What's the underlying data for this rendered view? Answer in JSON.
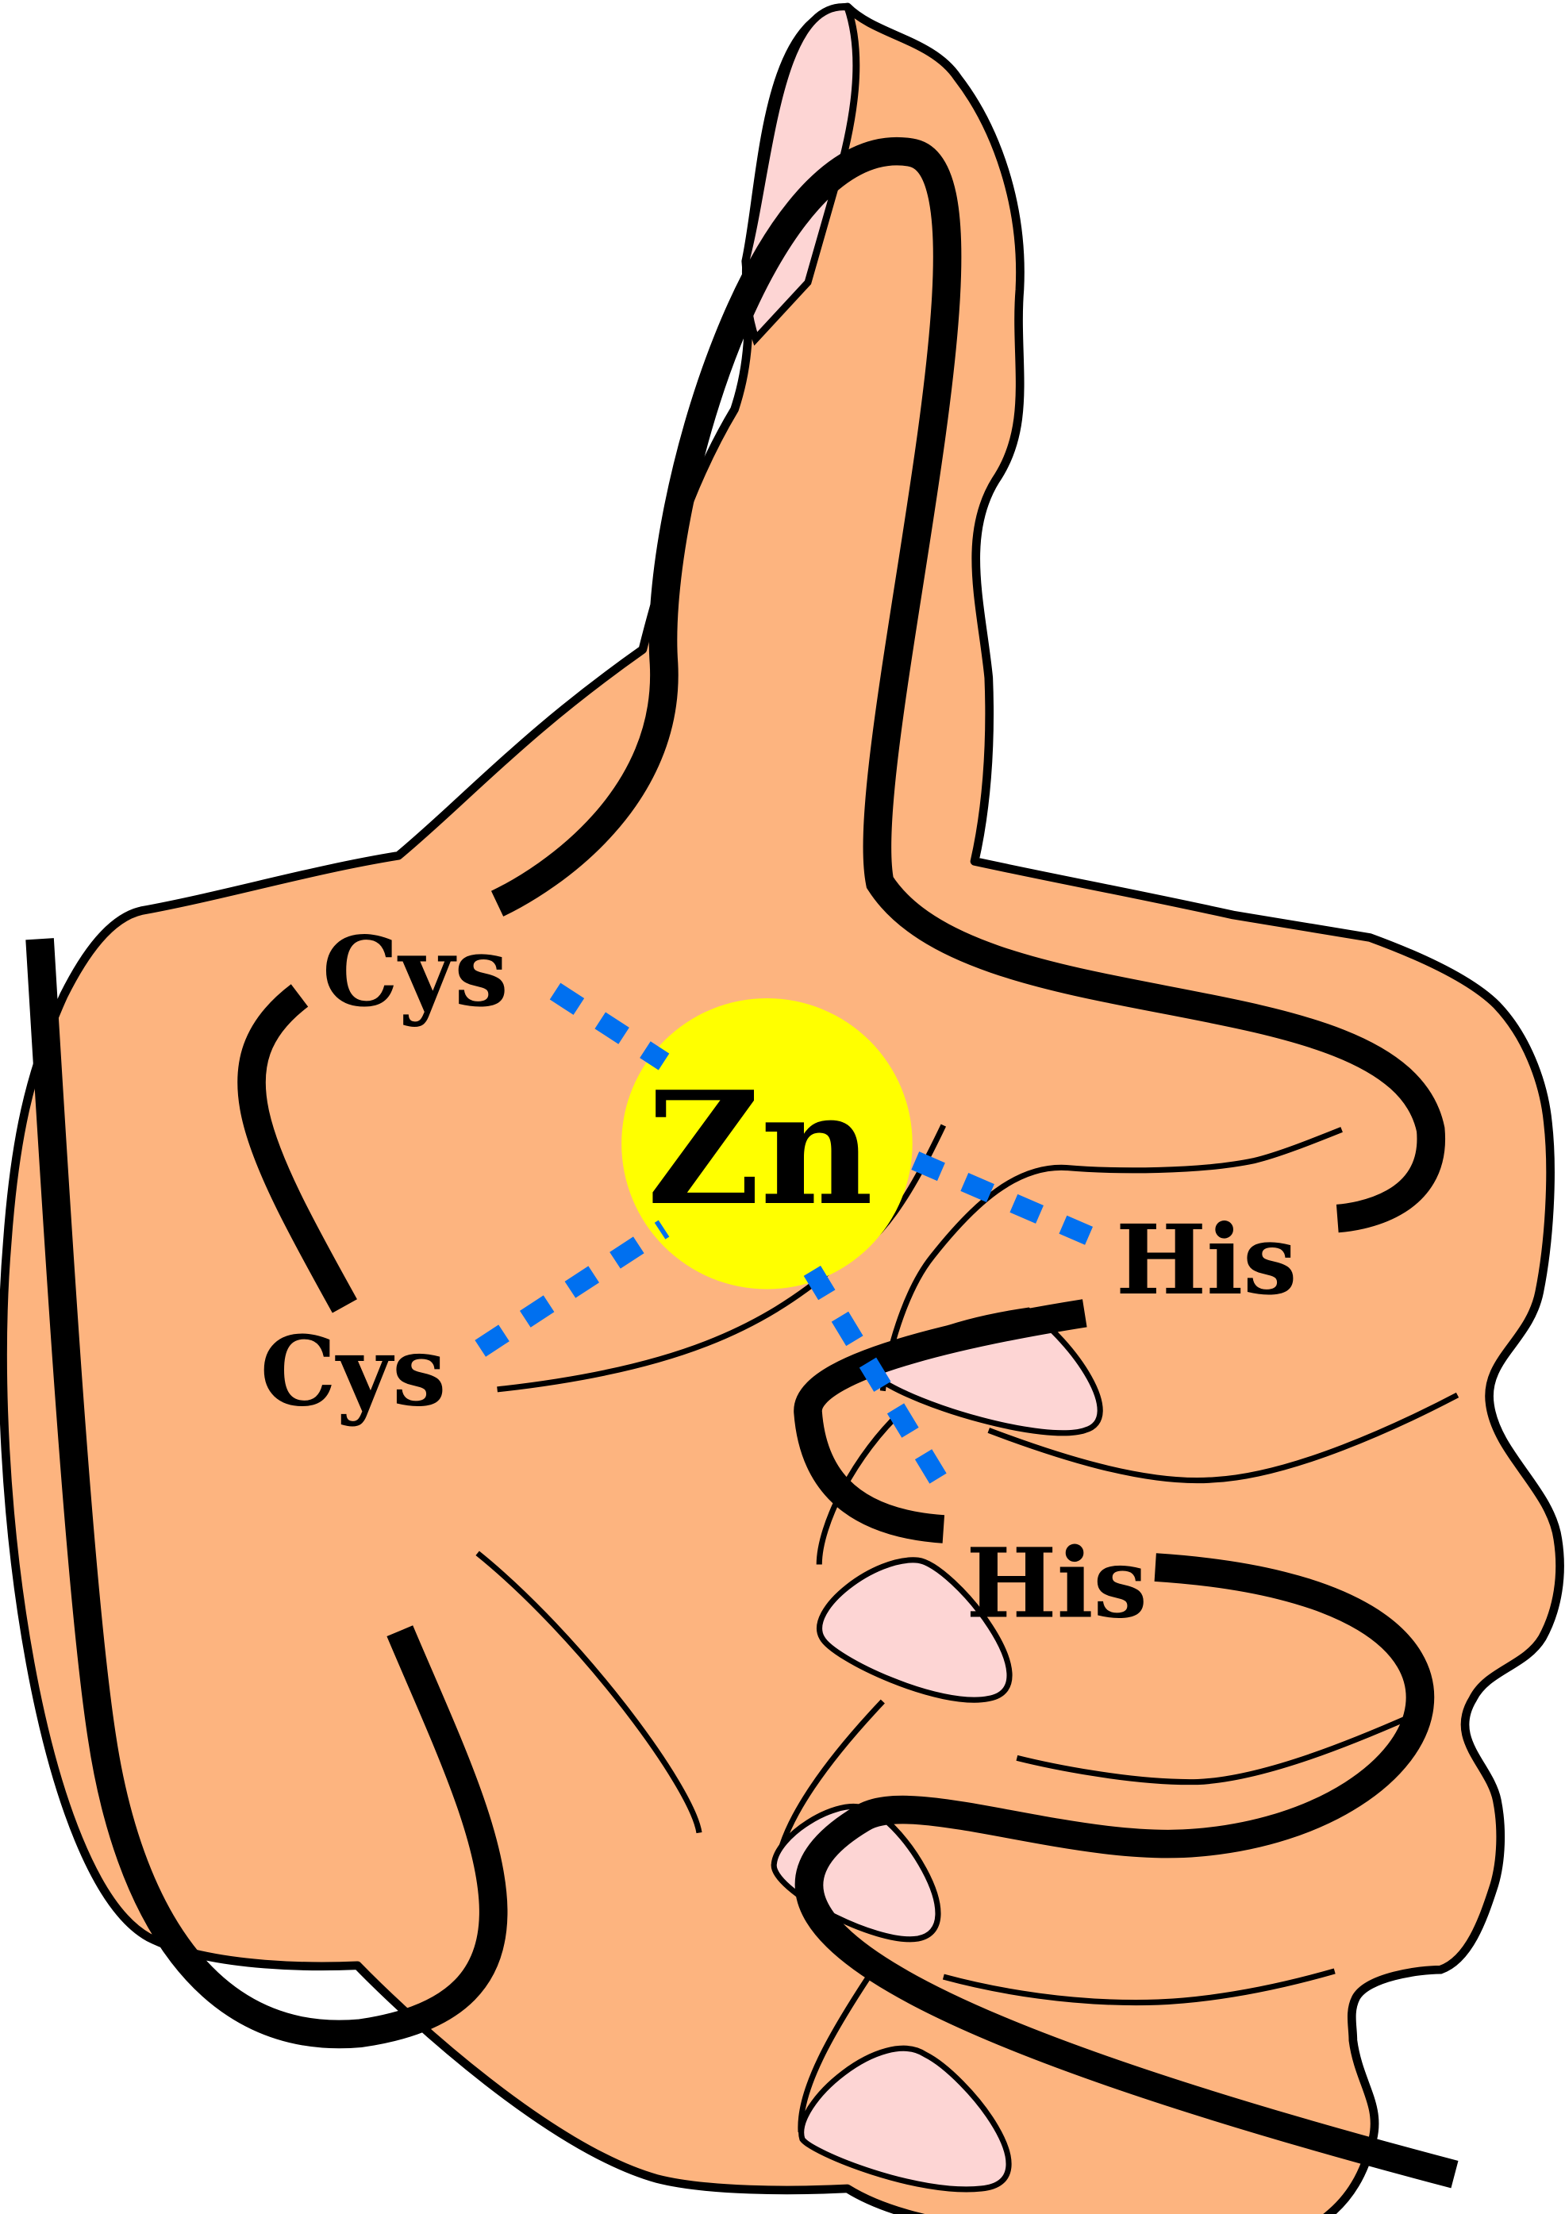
{
  "labels": {
    "cys_top": "Cys",
    "cys_bottom": "Cys",
    "zn": "Zn",
    "his_top": "His",
    "his_bottom": "His"
  },
  "colors": {
    "skin": "#FDB47F",
    "nail": "#FDD5D4",
    "zinc": "#FFFF00",
    "bond": "#0070F0",
    "outline": "#000000"
  }
}
